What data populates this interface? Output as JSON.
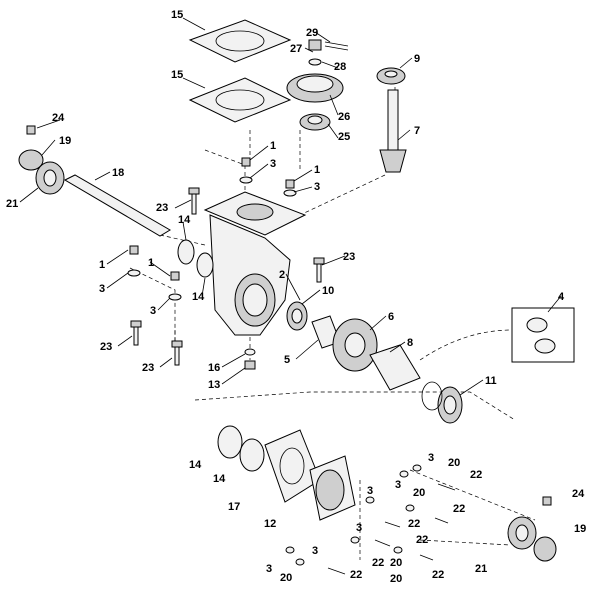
{
  "diagram": {
    "type": "exploded-parts-diagram",
    "callouts": [
      "1",
      "2",
      "3",
      "4",
      "5",
      "6",
      "7",
      "8",
      "9",
      "10",
      "11",
      "12",
      "13",
      "14",
      "15",
      "16",
      "17",
      "18",
      "19",
      "20",
      "21",
      "22",
      "23",
      "24",
      "25",
      "26",
      "27",
      "28",
      "29"
    ]
  }
}
